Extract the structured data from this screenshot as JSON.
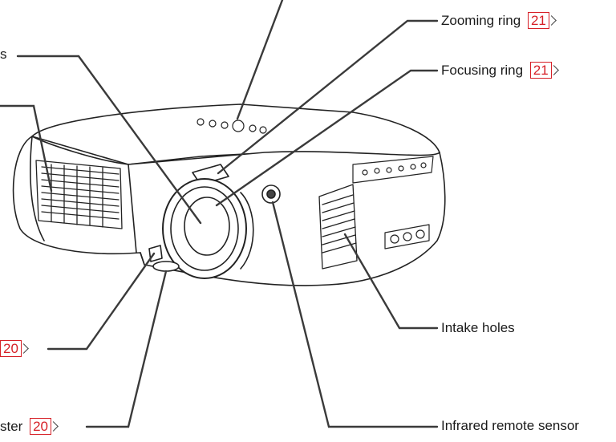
{
  "labels": {
    "lens": {
      "text": "s"
    },
    "zoom": {
      "text": "Zooming ring",
      "page": "21"
    },
    "focus": {
      "text": "Focusing ring",
      "page": "21"
    },
    "intake": {
      "text": "Intake holes"
    },
    "foot": {
      "text": "",
      "page": "20"
    },
    "adjuster": {
      "text": "ster",
      "page": "20"
    },
    "sensor": {
      "text": "Infrared remote sensor"
    }
  },
  "colors": {
    "line": "#3a3a3a",
    "ref_border": "#d61f26",
    "body_fill": "#ffffff",
    "drawing": "#222222"
  }
}
